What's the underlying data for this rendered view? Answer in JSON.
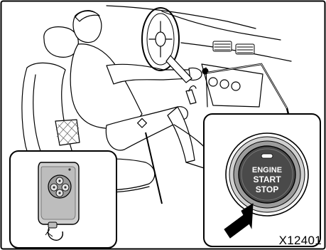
{
  "figure": {
    "reference_code": "X12401",
    "button": {
      "line1": "ENGINE",
      "line2": "START",
      "line3": "STOP"
    }
  },
  "colors": {
    "line_art": "#000000",
    "light_gray": "#d6d6d6",
    "mid_gray": "#a8a8a8",
    "dark_gray": "#3c3c3c",
    "button_face": "#4a4a4a",
    "button_text": "#ffffff"
  },
  "icons": [
    "smart-key-fob-icon",
    "push-button-start-icon",
    "arrow-pointer-icon"
  ]
}
